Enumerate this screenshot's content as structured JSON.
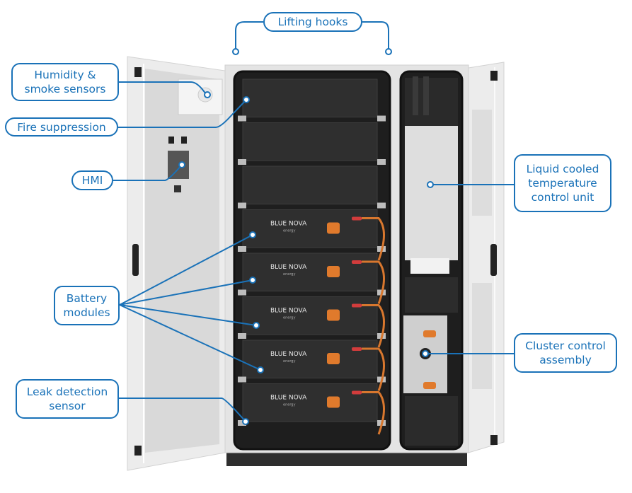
{
  "diagram": {
    "subject": "Battery energy storage cabinet",
    "brand_label": "BLUE NOVA",
    "brand_sublabel": "energy",
    "accent_color": "#1a72b8",
    "callouts": {
      "lifting_hooks": "Lifting hooks",
      "humidity_smoke": "Humidity &\nsmoke sensors",
      "fire_suppression": "Fire suppression",
      "hmi": "HMI",
      "battery_modules": "Battery\nmodules",
      "leak_detection": "Leak detection\nsensor",
      "liquid_cooled": "Liquid cooled\ntemperature\ncontrol unit",
      "cluster_control": "Cluster control\nassembly"
    },
    "battery_module_count": 5,
    "blank_panel_count": 3
  }
}
